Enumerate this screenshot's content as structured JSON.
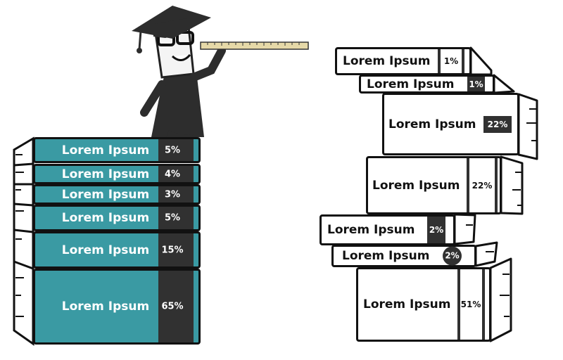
{
  "left_stack": [
    {
      "label": "Lorem Ipsum",
      "percent": "5%"
    },
    {
      "label": "Lorem Ipsum",
      "percent": "4%"
    },
    {
      "label": "Lorem Ipsum",
      "percent": "3%"
    },
    {
      "label": "Lorem Ipsum",
      "percent": "5%"
    },
    {
      "label": "Lorem Ipsum",
      "percent": "15%"
    },
    {
      "label": "Lorem Ipsum",
      "percent": "65%"
    }
  ],
  "right_stack": [
    {
      "label": "Lorem Ipsum",
      "percent": "1%"
    },
    {
      "label": "Lorem Ipsum",
      "percent": "1%"
    },
    {
      "label": "Lorem Ipsum",
      "percent": "22%"
    },
    {
      "label": "Lorem Ipsum",
      "percent": "22%"
    },
    {
      "label": "Lorem Ipsum",
      "percent": "2%"
    },
    {
      "label": "Lorem Ipsum",
      "percent": "2%"
    },
    {
      "label": "Lorem Ipsum",
      "percent": "51%"
    }
  ],
  "colors": {
    "teal": "#3a9aa3",
    "dark": "#313131",
    "ruler": "#e6d9a8"
  }
}
